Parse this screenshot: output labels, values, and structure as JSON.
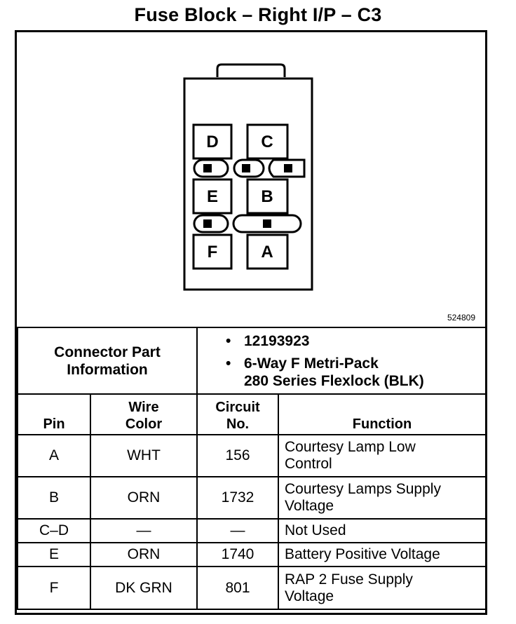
{
  "title": "Fuse Block – Right I/P – C3",
  "figure_number": "524809",
  "connector": {
    "cavities": [
      "D",
      "C",
      "E",
      "B",
      "F",
      "A"
    ]
  },
  "connector_part_information": {
    "label_line1": "Connector Part",
    "label_line2": "Information",
    "items": [
      "12193923",
      "6-Way F Metri-Pack",
      "280 Series Flexlock (BLK)"
    ]
  },
  "table": {
    "headers": {
      "pin": "Pin",
      "wire_color_line1": "Wire",
      "wire_color_line2": "Color",
      "circuit_line1": "Circuit",
      "circuit_line2": "No.",
      "function": "Function"
    },
    "rows": [
      {
        "pin": "A",
        "wire_color": "WHT",
        "circuit": "156",
        "function_line1": "Courtesy Lamp Low",
        "function_line2": "Control"
      },
      {
        "pin": "B",
        "wire_color": "ORN",
        "circuit": "1732",
        "function_line1": "Courtesy Lamps Supply",
        "function_line2": "Voltage"
      },
      {
        "pin": "C–D",
        "wire_color": "—",
        "circuit": "—",
        "function_line1": "Not Used",
        "function_line2": ""
      },
      {
        "pin": "E",
        "wire_color": "ORN",
        "circuit": "1740",
        "function_line1": "Battery Positive Voltage",
        "function_line2": ""
      },
      {
        "pin": "F",
        "wire_color": "DK GRN",
        "circuit": "801",
        "function_line1": "RAP 2 Fuse Supply",
        "function_line2": "Voltage"
      }
    ]
  }
}
